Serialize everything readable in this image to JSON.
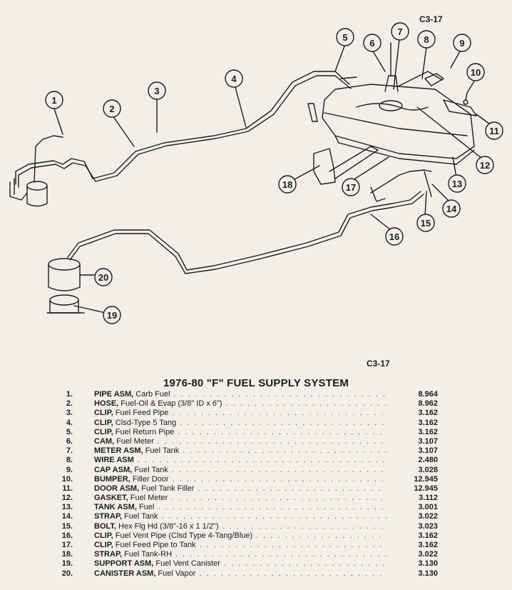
{
  "page_codes": {
    "top": "C3-17",
    "middle": "C3-17"
  },
  "callouts": [
    "1",
    "2",
    "3",
    "4",
    "5",
    "6",
    "7",
    "8",
    "9",
    "10",
    "11",
    "12",
    "13",
    "14",
    "15",
    "16",
    "17",
    "18",
    "19",
    "20"
  ],
  "title": "1976-80 \"F\" FUEL SUPPLY SYSTEM",
  "parts": [
    {
      "num": "1.",
      "name": "PIPE ASM,",
      "desc": " Carb Fuel",
      "ref": "8.964"
    },
    {
      "num": "2.",
      "name": "HOSE,",
      "desc": " Fuel-Oil & Evap (3/8\" ID x 6\")",
      "ref": "8.962"
    },
    {
      "num": "3.",
      "name": "CLIP,",
      "desc": " Fuel Feed Pipe",
      "ref": "3.162"
    },
    {
      "num": "4.",
      "name": "CLIP,",
      "desc": " Clsd-Type 5 Tang",
      "ref": "3.162"
    },
    {
      "num": "5.",
      "name": "CLIP,",
      "desc": " Fuel Return Pipe",
      "ref": "3.162"
    },
    {
      "num": "6.",
      "name": "CAM,",
      "desc": " Fuel Meter",
      "ref": "3.107"
    },
    {
      "num": "7.",
      "name": "METER ASM,",
      "desc": " Fuel Tank",
      "ref": "3.107"
    },
    {
      "num": "8.",
      "name": "WIRE ASM",
      "desc": "",
      "ref": "2.480"
    },
    {
      "num": "9.",
      "name": "CAP ASM,",
      "desc": " Fuel Tank",
      "ref": "3.028"
    },
    {
      "num": "10.",
      "name": "BUMPER,",
      "desc": " Filler Door",
      "ref": "12.945"
    },
    {
      "num": "11.",
      "name": "DOOR ASM,",
      "desc": " Fuel Tank Filler",
      "ref": "12.945"
    },
    {
      "num": "12.",
      "name": "GASKET,",
      "desc": " Fuel Meter",
      "ref": "3.112"
    },
    {
      "num": "13.",
      "name": "TANK ASM,",
      "desc": " Fuel",
      "ref": "3.001"
    },
    {
      "num": "14.",
      "name": "STRAP,",
      "desc": " Fuel Tank",
      "ref": "3.022"
    },
    {
      "num": "15.",
      "name": "BOLT,",
      "desc": " Hex Flg Hd (3/8\"-16 x 1 1/2\")",
      "ref": "3.023"
    },
    {
      "num": "16.",
      "name": "CLIP,",
      "desc": " Fuel Vent Pipe (Clsd Type 4-Tang/Blue)",
      "ref": "3.162"
    },
    {
      "num": "17.",
      "name": "CLIP,",
      "desc": " Fuel Feed Pipe to Tank",
      "ref": "3.162"
    },
    {
      "num": "18.",
      "name": "STRAP,",
      "desc": " Fuel Tank-RH",
      "ref": "3.022"
    },
    {
      "num": "19.",
      "name": "SUPPORT ASM,",
      "desc": " Fuel Vent Canister",
      "ref": "3.130"
    },
    {
      "num": "20.",
      "name": "CANISTER ASM,",
      "desc": " Fuel Vapor",
      "ref": "3.130"
    }
  ],
  "colors": {
    "ink": "#1c1c1c",
    "paper": "#f1efe8"
  }
}
